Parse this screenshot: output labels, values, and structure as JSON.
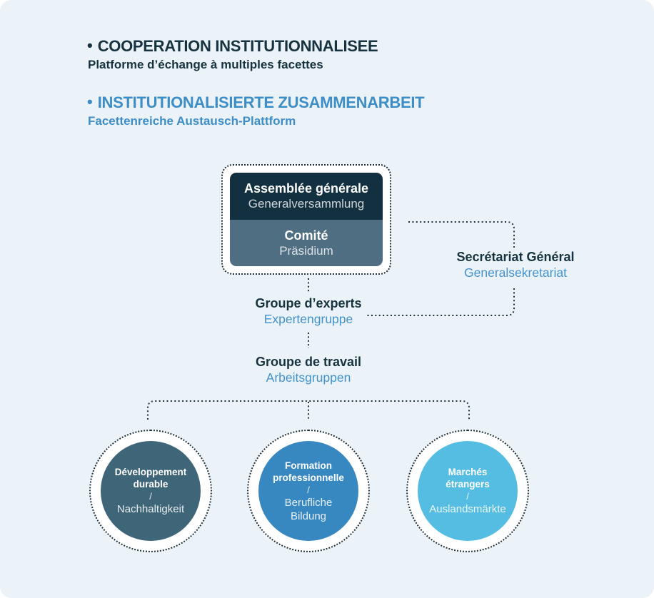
{
  "titles": [
    {
      "bullet": "•",
      "title": "COOPERATION INSTITUTIONNALISEE",
      "subtitle": "Platforme d’échange à multiples facettes"
    },
    {
      "bullet": "•",
      "title": "INSTITUTIONALISIERTE ZUSAMMENARBEIT",
      "subtitle": "Facettenreiche Austausch-Plattform"
    }
  ],
  "org": {
    "assembly": {
      "fr": "Assemblée générale",
      "de": "Generalversammlung"
    },
    "committee": {
      "fr": "Comité",
      "de": "Präsidium"
    },
    "secretariat": {
      "fr": "Secrétariat Général",
      "de": "Generalsekretariat"
    },
    "experts": {
      "fr": "Groupe d’experts",
      "de": "Expertengruppe"
    },
    "working": {
      "fr": "Groupe de travail",
      "de": "Arbeitsgruppen"
    }
  },
  "circles": [
    {
      "fr": "Développement durable",
      "sep": "/",
      "de": "Nachhaltigkeit",
      "color": "#3f6579"
    },
    {
      "fr": "Formation professionnelle",
      "sep": "/",
      "de": "Berufliche Bildung",
      "color": "#3787c0"
    },
    {
      "fr": "Marchés étrangers",
      "sep": "/",
      "de": "Auslandsmärkte",
      "color": "#55bde2"
    }
  ],
  "colors": {
    "panel_bg": "#ecf3f8",
    "navy_text": "#16333f",
    "blue_text": "#3d8dc6",
    "box_top": "#12303f",
    "box_bottom": "#4f6e82",
    "dotted_line": "#1c313c"
  }
}
